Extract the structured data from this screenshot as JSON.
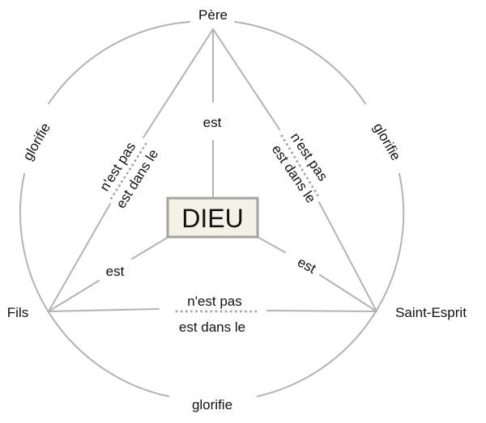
{
  "nodes": {
    "pere": "Père",
    "fils": "Fils",
    "esprit": "Saint-Esprit",
    "dieu": "DIEU"
  },
  "labels": {
    "glorifie_left": "glorifie",
    "glorifie_right": "glorifie",
    "glorifie_bottom": "glorifie",
    "est_top": "est",
    "est_left": "est",
    "est_right": "est",
    "nest_pas_left": "n'est pas",
    "est_dans_le_left": "est dans le",
    "nest_pas_right": "n'est pas",
    "est_dans_le_right": "est dans le",
    "nest_pas_bottom": "n'est pas",
    "est_dans_le_bottom": "est dans le"
  }
}
